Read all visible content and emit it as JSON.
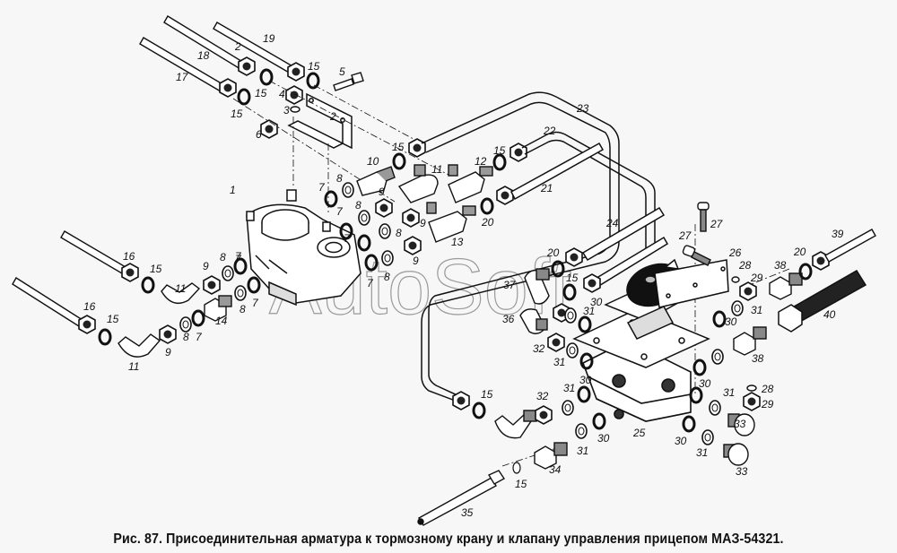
{
  "figure": {
    "caption": "Рис. 87. Присоединительная арматура к тормозному крану и клапану управления прицепом МАЗ-54321.",
    "watermark": "AutoSoft",
    "colors": {
      "background": "#f7f7f7",
      "ink": "#111111",
      "watermark": "#9a9a9a"
    }
  },
  "callouts": [
    {
      "id": "c1",
      "text": "1"
    },
    {
      "id": "c2",
      "text": "2"
    },
    {
      "id": "c3",
      "text": "3"
    },
    {
      "id": "c4",
      "text": "4"
    },
    {
      "id": "c5",
      "text": "5"
    },
    {
      "id": "c6",
      "text": "6"
    },
    {
      "id": "c7a",
      "text": "7"
    },
    {
      "id": "c7b",
      "text": "7"
    },
    {
      "id": "c7c",
      "text": "7"
    },
    {
      "id": "c7d",
      "text": "7"
    },
    {
      "id": "c7e",
      "text": "7"
    },
    {
      "id": "c7f",
      "text": "7"
    },
    {
      "id": "c7g",
      "text": "7"
    },
    {
      "id": "c7h",
      "text": "7"
    },
    {
      "id": "c8a",
      "text": "8"
    },
    {
      "id": "c8b",
      "text": "8"
    },
    {
      "id": "c8c",
      "text": "8"
    },
    {
      "id": "c8d",
      "text": "8"
    },
    {
      "id": "c8e",
      "text": "8"
    },
    {
      "id": "c8f",
      "text": "8"
    },
    {
      "id": "c8g",
      "text": "8"
    },
    {
      "id": "c9a",
      "text": "9"
    },
    {
      "id": "c9b",
      "text": "9"
    },
    {
      "id": "c9c",
      "text": "9"
    },
    {
      "id": "c9d",
      "text": "9"
    },
    {
      "id": "c9e",
      "text": "9"
    },
    {
      "id": "c10",
      "text": "10"
    },
    {
      "id": "c11a",
      "text": "11"
    },
    {
      "id": "c11b",
      "text": "11"
    },
    {
      "id": "c11c",
      "text": "11"
    },
    {
      "id": "c12",
      "text": "12"
    },
    {
      "id": "c13",
      "text": "13"
    },
    {
      "id": "c14",
      "text": "14"
    },
    {
      "id": "c15a",
      "text": "15"
    },
    {
      "id": "c15b",
      "text": "15"
    },
    {
      "id": "c15c",
      "text": "15"
    },
    {
      "id": "c15d",
      "text": "15"
    },
    {
      "id": "c15e",
      "text": "15"
    },
    {
      "id": "c15f",
      "text": "15"
    },
    {
      "id": "c15g",
      "text": "15"
    },
    {
      "id": "c15h",
      "text": "15"
    },
    {
      "id": "c15i",
      "text": "15"
    },
    {
      "id": "c15j",
      "text": "15"
    },
    {
      "id": "c16a",
      "text": "16"
    },
    {
      "id": "c16b",
      "text": "16"
    },
    {
      "id": "c17",
      "text": "17"
    },
    {
      "id": "c18",
      "text": "18"
    },
    {
      "id": "c19",
      "text": "19"
    },
    {
      "id": "c20a",
      "text": "20"
    },
    {
      "id": "c20b",
      "text": "20"
    },
    {
      "id": "c20c",
      "text": "20"
    },
    {
      "id": "c21",
      "text": "21"
    },
    {
      "id": "c22",
      "text": "22"
    },
    {
      "id": "c23",
      "text": "23"
    },
    {
      "id": "c24",
      "text": "24"
    },
    {
      "id": "c25",
      "text": "25"
    },
    {
      "id": "c26",
      "text": "26"
    },
    {
      "id": "c27a",
      "text": "27"
    },
    {
      "id": "c27b",
      "text": "27"
    },
    {
      "id": "c28a",
      "text": "28"
    },
    {
      "id": "c28b",
      "text": "28"
    },
    {
      "id": "c29a",
      "text": "29"
    },
    {
      "id": "c29b",
      "text": "29"
    },
    {
      "id": "c30a",
      "text": "30"
    },
    {
      "id": "c30b",
      "text": "30"
    },
    {
      "id": "c30c",
      "text": "30"
    },
    {
      "id": "c30d",
      "text": "30"
    },
    {
      "id": "c30e",
      "text": "30"
    },
    {
      "id": "c30f",
      "text": "30"
    },
    {
      "id": "c31a",
      "text": "31"
    },
    {
      "id": "c31b",
      "text": "31"
    },
    {
      "id": "c31c",
      "text": "31"
    },
    {
      "id": "c31d",
      "text": "31"
    },
    {
      "id": "c31e",
      "text": "31"
    },
    {
      "id": "c31f",
      "text": "31"
    },
    {
      "id": "c31g",
      "text": "31"
    },
    {
      "id": "c32a",
      "text": "32"
    },
    {
      "id": "c32b",
      "text": "32"
    },
    {
      "id": "c33a",
      "text": "33"
    },
    {
      "id": "c33b",
      "text": "33"
    },
    {
      "id": "c34",
      "text": "34"
    },
    {
      "id": "c35",
      "text": "35"
    },
    {
      "id": "c36",
      "text": "36"
    },
    {
      "id": "c37",
      "text": "37"
    },
    {
      "id": "c38a",
      "text": "38"
    },
    {
      "id": "c38b",
      "text": "38"
    },
    {
      "id": "c39",
      "text": "39"
    },
    {
      "id": "c40",
      "text": "40"
    }
  ]
}
